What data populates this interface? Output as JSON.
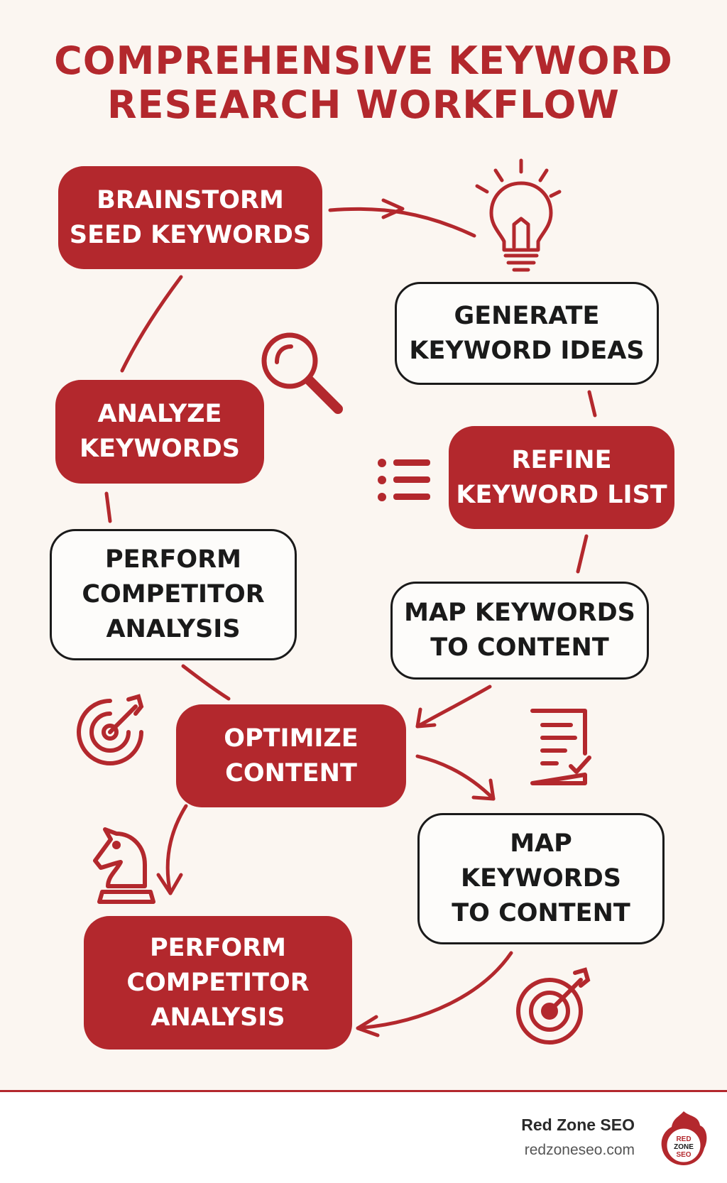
{
  "title": "COMPREHENSIVE KEYWORD\nRESEARCH WORKFLOW",
  "steps": [
    {
      "label": "BRAINSTORM\nSEED KEYWORDS",
      "style": "red"
    },
    {
      "label": "GENERATE\nKEYWORD IDEAS",
      "style": "white"
    },
    {
      "label": "ANALYZE\nKEYWORDS",
      "style": "red"
    },
    {
      "label": "REFINE\nKEYWORD LIST",
      "style": "red"
    },
    {
      "label": "PERFORM\nCOMPETITOR\nANALYSIS",
      "style": "white"
    },
    {
      "label": "MAP KEYWORDS\nTO CONTENT",
      "style": "white"
    },
    {
      "label": "OPTIMIZE\nCONTENT",
      "style": "red"
    },
    {
      "label": "MAP\nKEYWORDS\nTO CONTENT",
      "style": "white"
    },
    {
      "label": "PERFORM\nCOMPETITOR\nANALYSIS",
      "style": "red"
    }
  ],
  "icons": [
    "lightbulb-icon",
    "magnifier-icon",
    "list-icon",
    "target-icon",
    "document-check-icon",
    "chess-knight-icon",
    "target-arrow-icon"
  ],
  "footer": {
    "brand_name": "Red Zone SEO",
    "brand_url": "redzoneseo.com",
    "logo_text": "RED ZONE SEO"
  },
  "colors": {
    "accent": "#b3282d",
    "background": "#fbf6f1",
    "text_dark": "#1a1a1a"
  }
}
